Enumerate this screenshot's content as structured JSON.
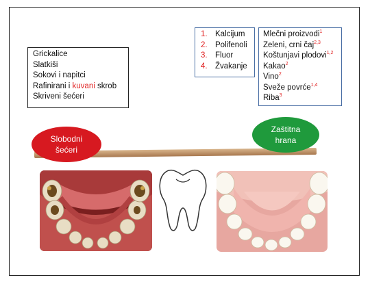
{
  "left_box": {
    "lines": [
      "Grickalice",
      "Slatkiši",
      "Sokovi i napitci"
    ],
    "refined_prefix": "Rafinirani i ",
    "refined_highlight": "kuvani",
    "refined_suffix": " skrob",
    "last_line": "Skriveni šećeri"
  },
  "protective_list": [
    {
      "num": "1.",
      "label": "Kalcijum"
    },
    {
      "num": "2.",
      "label": "Polifenoli"
    },
    {
      "num": "3.",
      "label": "Fluor"
    },
    {
      "num": "4.",
      "label": "Žvakanje"
    }
  ],
  "protective_foods": [
    {
      "label": "Mlečni proizvodi",
      "sup": "1"
    },
    {
      "label": "Zeleni, crni čaj",
      "sup": "2,3"
    },
    {
      "label": "Koštunjavi plodovi",
      "sup": "1,2"
    },
    {
      "label": "Kakao",
      "sup": "2"
    },
    {
      "label": "Vino",
      "sup": "2"
    },
    {
      "label": "Sveže povrće",
      "sup": "1,4"
    },
    {
      "label": "Riba",
      "sup": "3"
    }
  ],
  "free_sugars_label": [
    "Slobodni",
    "šećeri"
  ],
  "protective_food_label": [
    "Zaštitna",
    "hrana"
  ],
  "colors": {
    "free_sugars": "#d71920",
    "protective": "#1f9a3c",
    "accent_red": "#e02020",
    "stick": "#c39a6b"
  }
}
